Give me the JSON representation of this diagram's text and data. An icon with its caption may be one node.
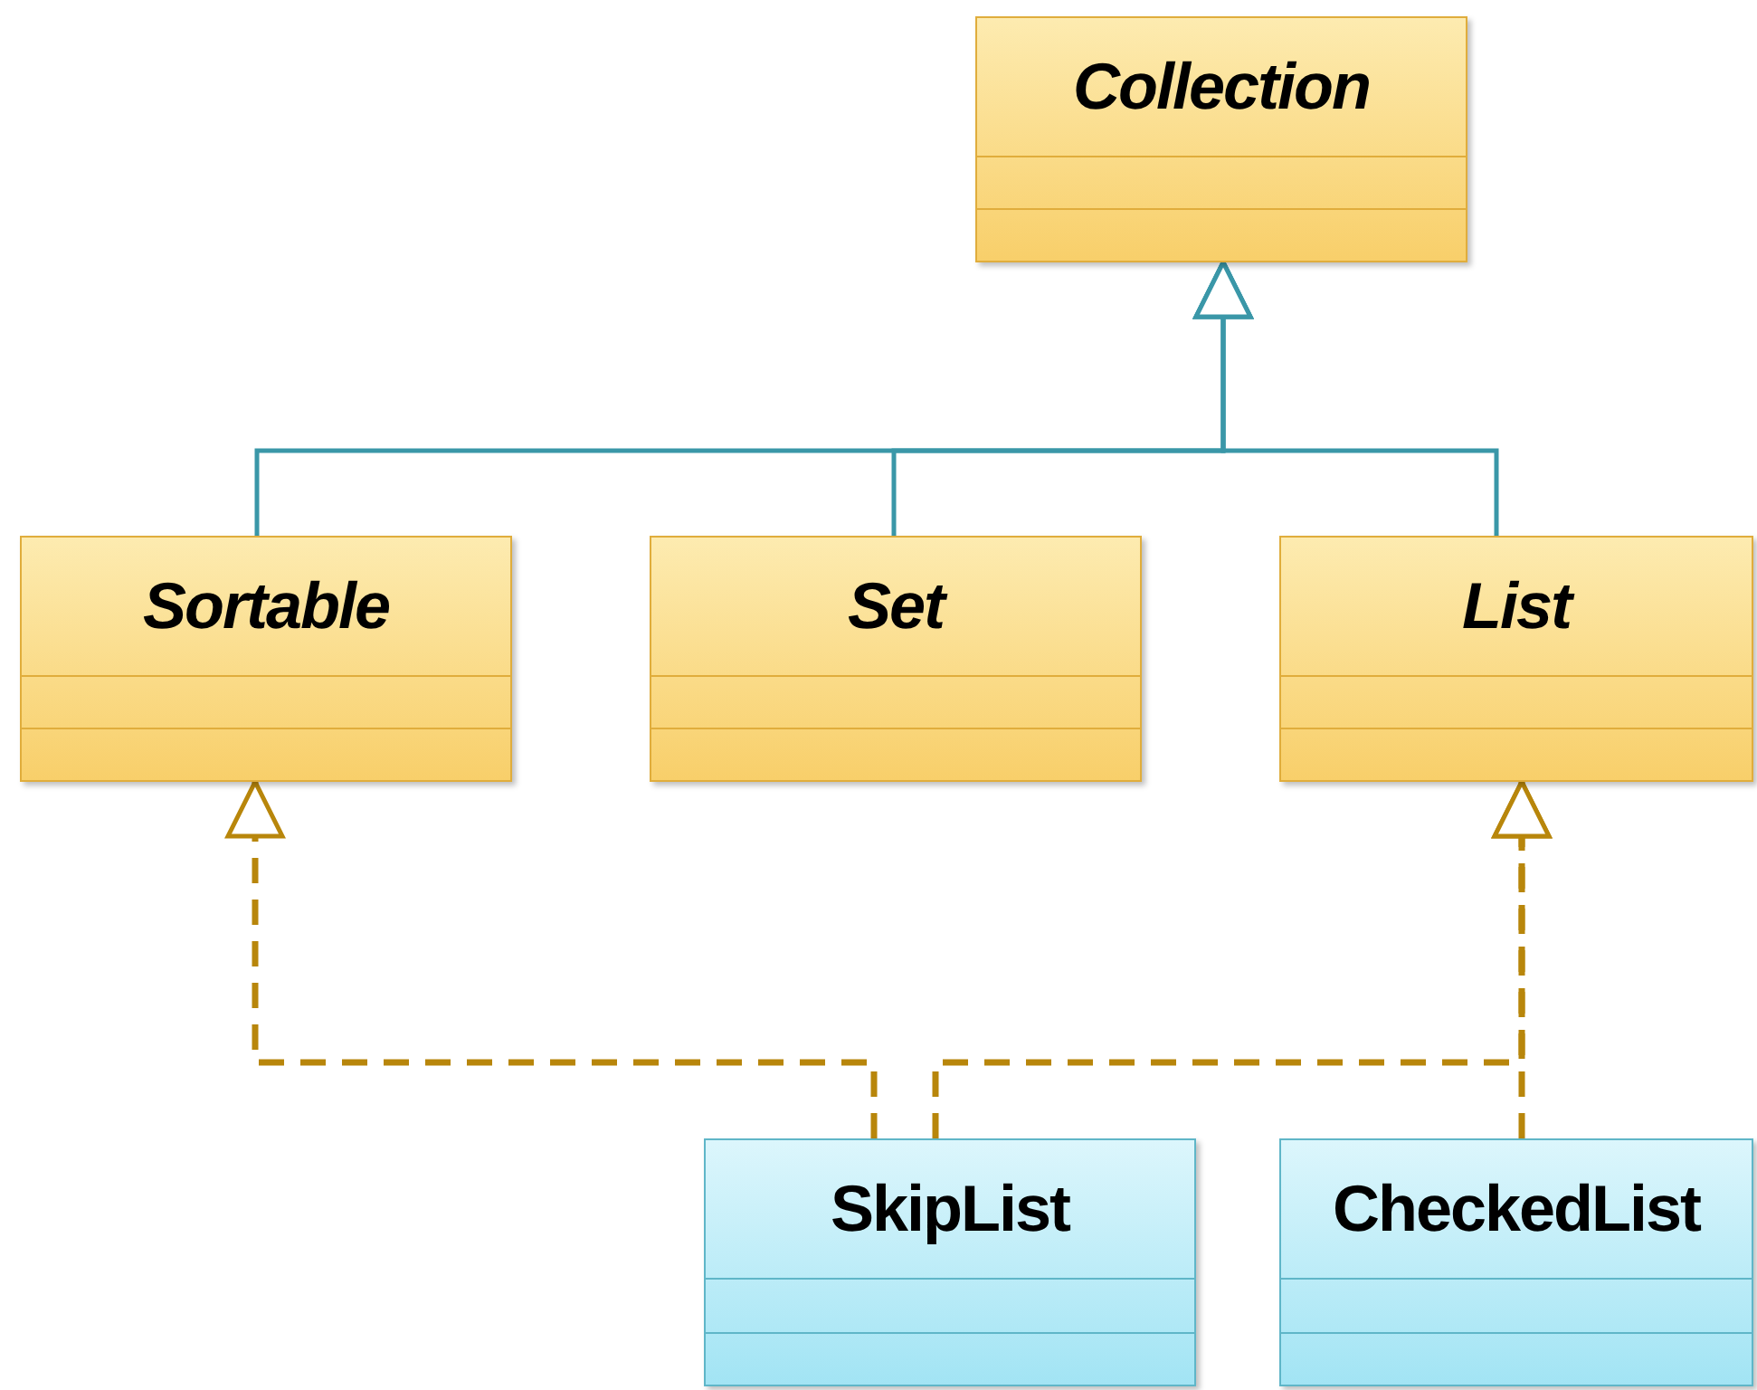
{
  "diagram": {
    "nodes": [
      {
        "text": [
          "Collection"
        ]
      },
      {
        "text": [
          "Sortable"
        ]
      },
      {
        "text": [
          "Set"
        ]
      },
      {
        "text": [
          "List"
        ]
      },
      {
        "text": [
          "SkipList"
        ]
      },
      {
        "text": [
          "CheckedList"
        ]
      }
    ],
    "edges": [
      {
        "from": 1,
        "to": 0,
        "arrow": "to"
      },
      {
        "from": 2,
        "to": 0,
        "arrow": "to"
      },
      {
        "from": 3,
        "to": 0,
        "arrow": "to"
      },
      {
        "from": 4,
        "to": 1,
        "arrow": "to",
        "style": "dashed",
        "color": "#b8860b"
      },
      {
        "from": 4,
        "to": 3,
        "arrow": "to",
        "style": "dashed",
        "color": "#b8860b"
      },
      {
        "from": 5,
        "to": 3,
        "arrow": "to",
        "style": "dashed",
        "color": "#b8860b"
      }
    ]
  }
}
